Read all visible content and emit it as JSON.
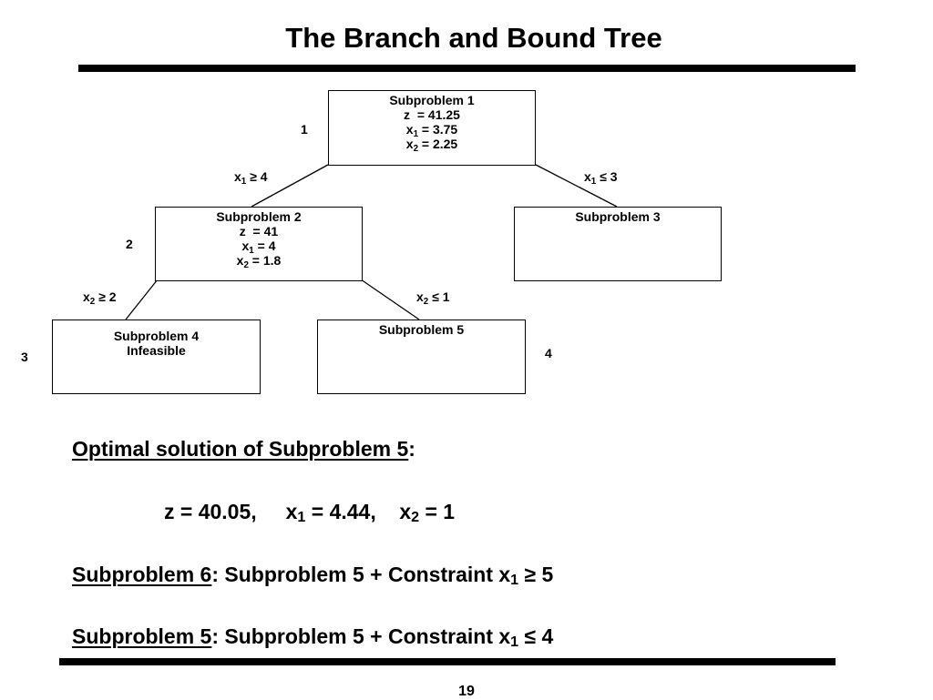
{
  "title": "The Branch and Bound Tree",
  "tree": {
    "nodes": [
      {
        "id": "n1",
        "order": "1",
        "lines": [
          {
            "t": "Subproblem 1"
          },
          {
            "t": "z  = 41.25"
          },
          {
            "t": "x",
            "sub": "1",
            "rest": " = 3.75"
          },
          {
            "t": "x",
            "sub": "2",
            "rest": " = 2.25"
          }
        ]
      },
      {
        "id": "n2",
        "order": "2",
        "lines": [
          {
            "t": "Subproblem 2"
          },
          {
            "t": "z  = 41"
          },
          {
            "t": "x",
            "sub": "1",
            "rest": " = 4"
          },
          {
            "t": "x",
            "sub": "2",
            "rest": " = 1.8"
          }
        ]
      },
      {
        "id": "n3",
        "order": "",
        "lines": [
          {
            "t": "Subproblem 3"
          }
        ]
      },
      {
        "id": "n4",
        "order": "3",
        "lines": [
          {
            "t": "Subproblem 4"
          },
          {
            "t": "Infeasible"
          }
        ]
      },
      {
        "id": "n5",
        "order": "4",
        "lines": [
          {
            "t": "Subproblem 5"
          }
        ]
      }
    ],
    "edges": [
      {
        "from": "n1",
        "to": "n2",
        "var": "x",
        "sub": "1",
        "rel": "≥",
        "val": "4"
      },
      {
        "from": "n1",
        "to": "n3",
        "var": "x",
        "sub": "1",
        "rel": "≤",
        "val": "3"
      },
      {
        "from": "n2",
        "to": "n4",
        "var": "x",
        "sub": "2",
        "rel": "≥",
        "val": "2"
      },
      {
        "from": "n2",
        "to": "n5",
        "var": "x",
        "sub": "2",
        "rel": "≤",
        "val": "1"
      }
    ]
  },
  "optimal": {
    "heading": "Optimal solution of Subproblem 5",
    "colon": ":",
    "z": "z = 40.05,",
    "x1_var": "x",
    "x1_sub": "1",
    "x1_val": " = 4.44,",
    "x2_var": "x",
    "x2_sub": "2",
    "x2_val": " = 1"
  },
  "sub6": {
    "link": "Subproblem 6",
    "text": ": Subproblem 5 + Constraint x",
    "sub": "1",
    "tail": " ≥ 5"
  },
  "sub5": {
    "link": "Subproblem 5",
    "text": ": Subproblem 5 + Constraint x",
    "sub": "1",
    "tail": " ≤ 4"
  },
  "page_number": "19"
}
